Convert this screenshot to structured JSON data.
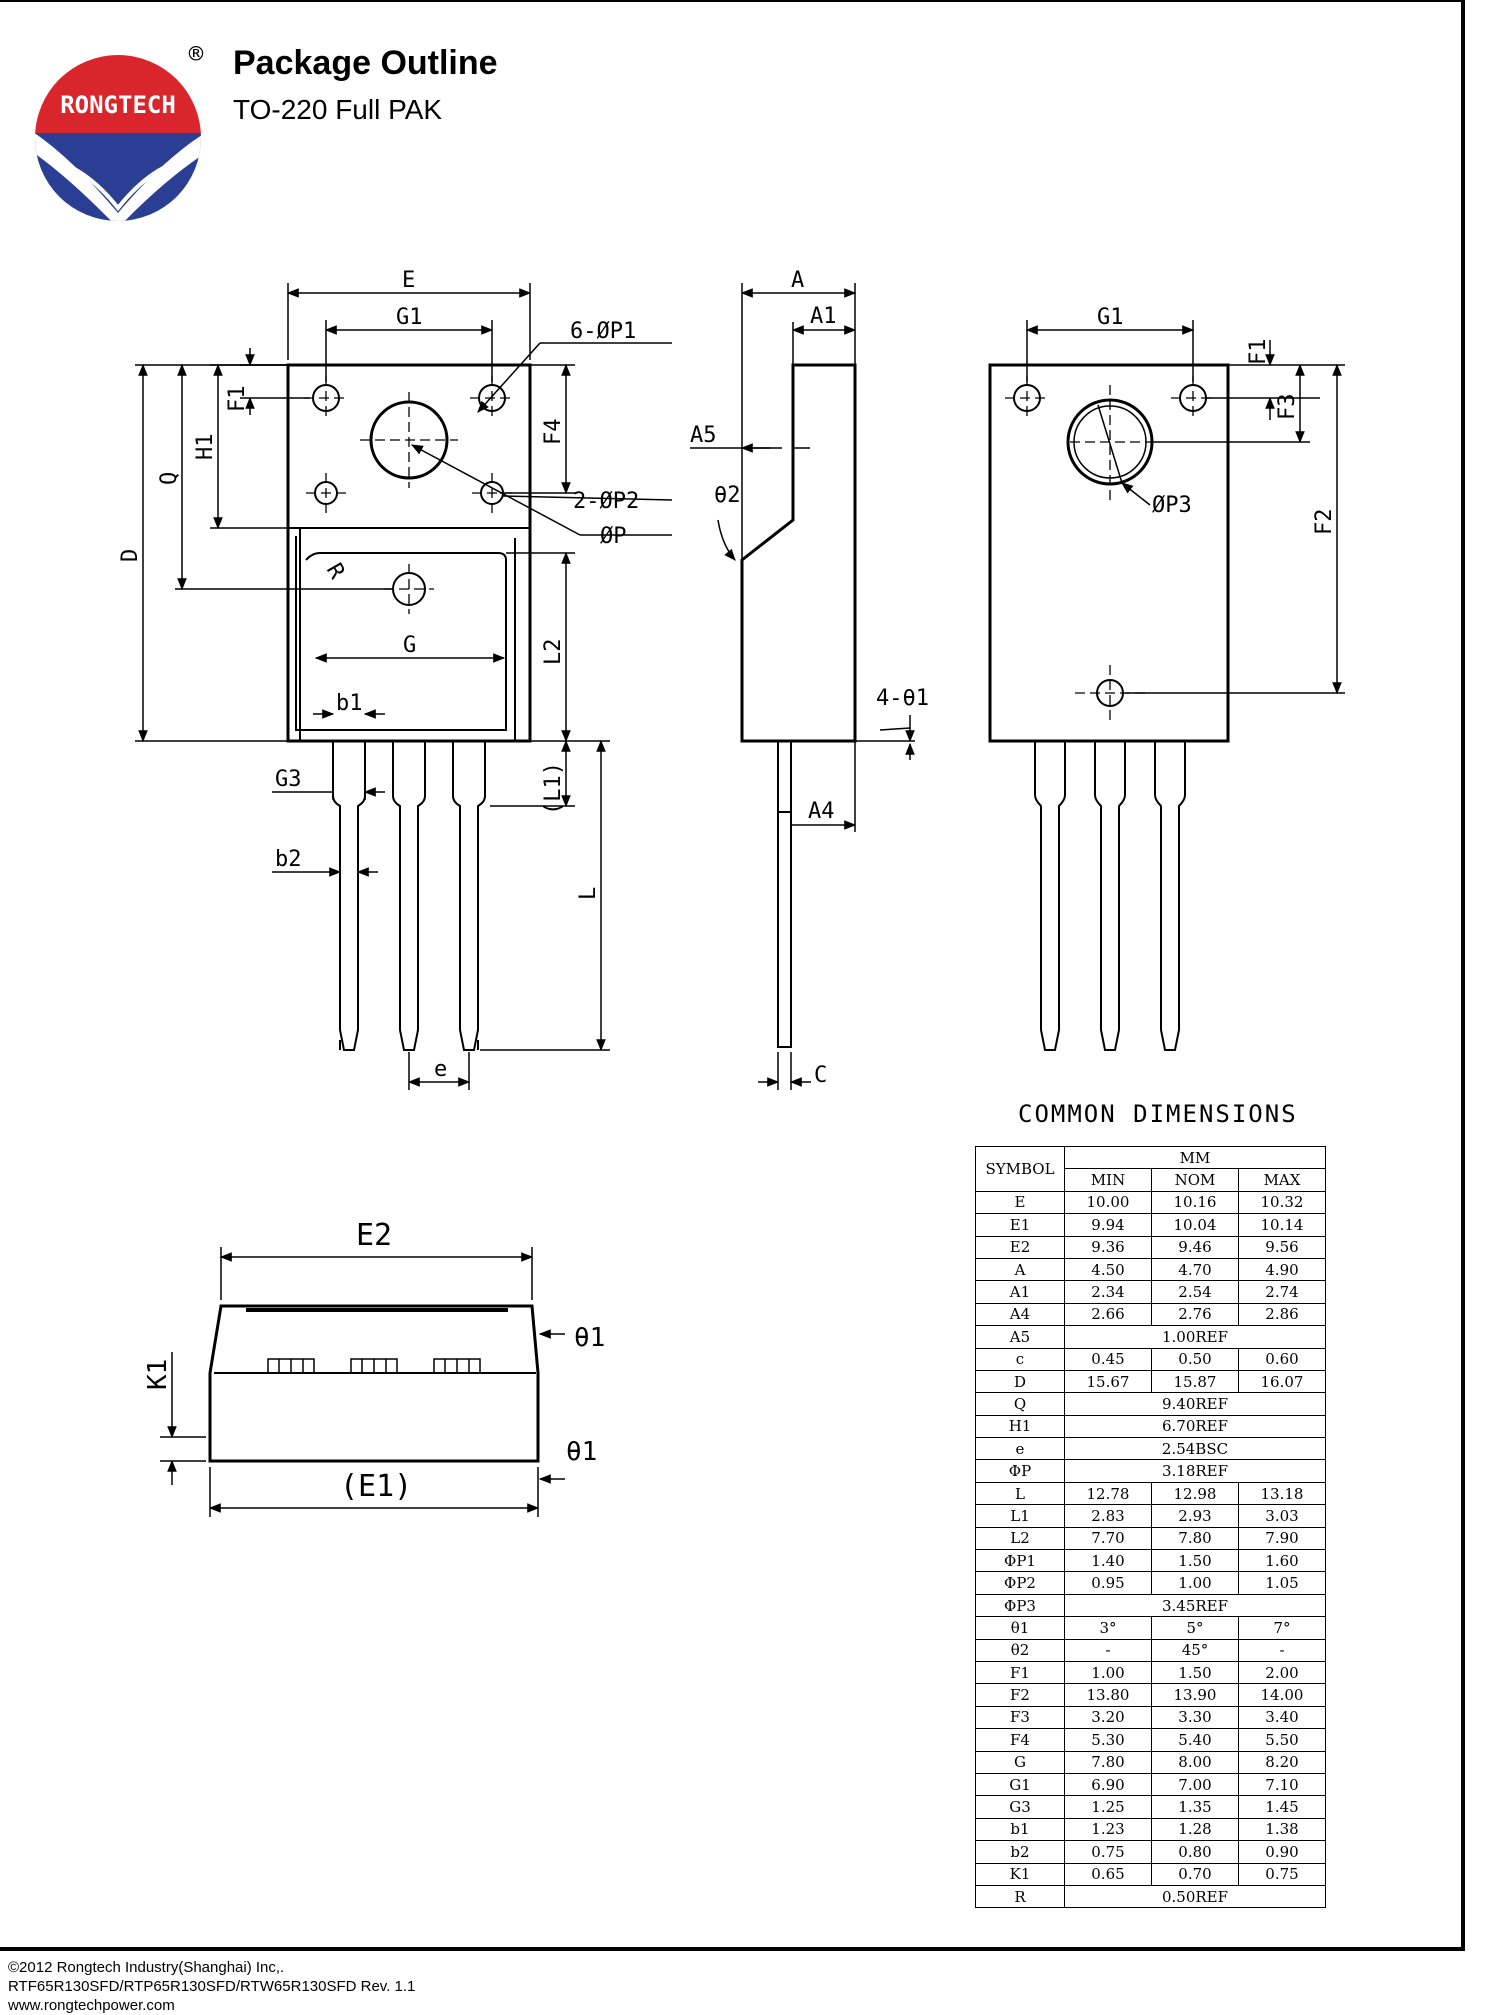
{
  "header": {
    "logo_text": "RONGTECH",
    "registered_mark": "®",
    "title": "Package Outline",
    "subtitle": "TO-220 Full PAK"
  },
  "drawing_labels": {
    "E": "E",
    "G1": "G1",
    "P1": "6-ØP1",
    "F1": "F1",
    "H1": "H1",
    "Q": "Q",
    "D": "D",
    "F4": "F4",
    "P2": "2-ØP2",
    "P": "ØP",
    "R": "R",
    "G": "G",
    "L2": "L2",
    "b1": "b1",
    "L1": "(L1)",
    "G3": "G3",
    "b2": "b2",
    "L": "L",
    "e": "e",
    "A": "A",
    "A1": "A1",
    "A5": "A5",
    "theta2": "θ2",
    "theta1x4": "4-θ1",
    "A4": "A4",
    "C": "C",
    "F3": "F3",
    "F2": "F2",
    "P3": "ØP3",
    "E2": "E2",
    "K1": "K1",
    "E1": "(E1)",
    "theta1": "θ1"
  },
  "table": {
    "title": "COMMON DIMENSIONS",
    "unit": "MM",
    "headers": [
      "SYMBOL",
      "MIN",
      "NOM",
      "MAX"
    ],
    "rows": [
      {
        "symbol": "E",
        "min": "10.00",
        "nom": "10.16",
        "max": "10.32"
      },
      {
        "symbol": "E1",
        "min": "9.94",
        "nom": "10.04",
        "max": "10.14"
      },
      {
        "symbol": "E2",
        "min": "9.36",
        "nom": "9.46",
        "max": "9.56"
      },
      {
        "symbol": "A",
        "min": "4.50",
        "nom": "4.70",
        "max": "4.90"
      },
      {
        "symbol": "A1",
        "min": "2.34",
        "nom": "2.54",
        "max": "2.74"
      },
      {
        "symbol": "A4",
        "min": "2.66",
        "nom": "2.76",
        "max": "2.86"
      },
      {
        "symbol": "A5",
        "ref": "1.00REF"
      },
      {
        "symbol": "c",
        "min": "0.45",
        "nom": "0.50",
        "max": "0.60"
      },
      {
        "symbol": "D",
        "min": "15.67",
        "nom": "15.87",
        "max": "16.07"
      },
      {
        "symbol": "Q",
        "ref": "9.40REF"
      },
      {
        "symbol": "H1",
        "ref": "6.70REF"
      },
      {
        "symbol": "e",
        "ref": "2.54BSC"
      },
      {
        "symbol": "ΦP",
        "ref": "3.18REF"
      },
      {
        "symbol": "L",
        "min": "12.78",
        "nom": "12.98",
        "max": "13.18"
      },
      {
        "symbol": "L1",
        "min": "2.83",
        "nom": "2.93",
        "max": "3.03"
      },
      {
        "symbol": "L2",
        "min": "7.70",
        "nom": "7.80",
        "max": "7.90"
      },
      {
        "symbol": "ΦP1",
        "min": "1.40",
        "nom": "1.50",
        "max": "1.60"
      },
      {
        "symbol": "ΦP2",
        "min": "0.95",
        "nom": "1.00",
        "max": "1.05"
      },
      {
        "symbol": "ΦP3",
        "ref": "3.45REF"
      },
      {
        "symbol": "θ1",
        "min": "3°",
        "nom": "5°",
        "max": "7°"
      },
      {
        "symbol": "θ2",
        "min": "-",
        "nom": "45°",
        "max": "-"
      },
      {
        "symbol": "F1",
        "min": "1.00",
        "nom": "1.50",
        "max": "2.00"
      },
      {
        "symbol": "F2",
        "min": "13.80",
        "nom": "13.90",
        "max": "14.00"
      },
      {
        "symbol": "F3",
        "min": "3.20",
        "nom": "3.30",
        "max": "3.40"
      },
      {
        "symbol": "F4",
        "min": "5.30",
        "nom": "5.40",
        "max": "5.50"
      },
      {
        "symbol": "G",
        "min": "7.80",
        "nom": "8.00",
        "max": "8.20"
      },
      {
        "symbol": "G1",
        "min": "6.90",
        "nom": "7.00",
        "max": "7.10"
      },
      {
        "symbol": "G3",
        "min": "1.25",
        "nom": "1.35",
        "max": "1.45"
      },
      {
        "symbol": "b1",
        "min": "1.23",
        "nom": "1.28",
        "max": "1.38"
      },
      {
        "symbol": "b2",
        "min": "0.75",
        "nom": "0.80",
        "max": "0.90"
      },
      {
        "symbol": "K1",
        "min": "0.65",
        "nom": "0.70",
        "max": "0.75"
      },
      {
        "symbol": "R",
        "ref": "0.50REF"
      }
    ]
  },
  "footer": {
    "copyright": "©2012 Rongtech Industry(Shanghai) Inc,.",
    "part_numbers": "RTF65R130SFD/RTP65R130SFD/RTW65R130SFD Rev. 1.1",
    "website": "www.rongtechpower.com"
  },
  "colors": {
    "logo_red": "#d8262c",
    "logo_blue": "#2a3f93"
  }
}
